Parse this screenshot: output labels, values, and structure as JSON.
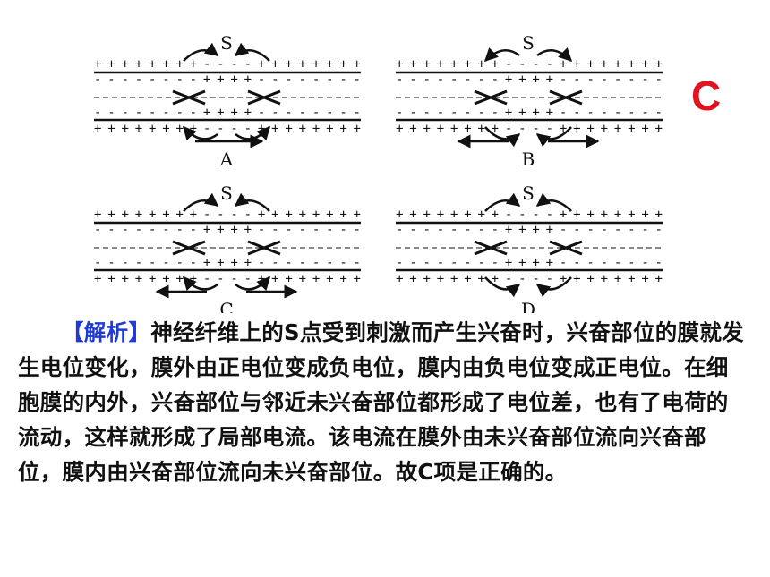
{
  "figure": {
    "stimulus_label": "S",
    "panels": [
      {
        "label": "A",
        "outer_arrows": "inward",
        "inner_arrows": "outward",
        "bottom": "right"
      },
      {
        "label": "B",
        "outer_arrows": "outward",
        "inner_arrows": "inward",
        "bottom": "both"
      },
      {
        "label": "C",
        "outer_arrows": "inward",
        "inner_arrows": "outward",
        "bottom": "both"
      },
      {
        "label": "D",
        "outer_arrows": "inward",
        "inner_arrows": "inward",
        "bottom": "none"
      }
    ]
  },
  "answer": "C",
  "explanation": {
    "tag": "【解析】",
    "text": "神经纤维上的S点受到刺激而产生兴奋时，兴奋部位的膜就发生电位变化，膜外由正电位变成负电位，膜内由负电位变成正电位。在细胞膜的内外，兴奋部位与邻近未兴奋部位都形成了电位差，也有了电荷的流动，这样就形成了局部电流。该电流在膜外由未兴奋部位流向兴奋部位，膜内由兴奋部位流向未兴奋部位。故C项是正确的。"
  },
  "colors": {
    "answer": "#e0141e",
    "tag": "#1f3bd6",
    "text": "#111111"
  }
}
